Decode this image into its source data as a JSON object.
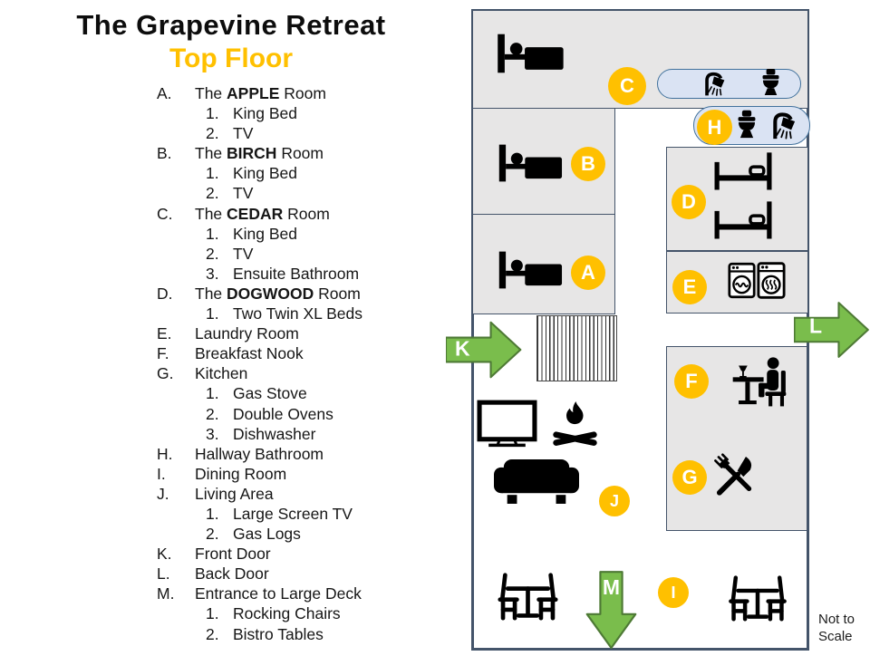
{
  "legend": {
    "title": "The Grapevine Retreat",
    "subtitle": "Top Floor",
    "items": [
      {
        "marker": "A.",
        "pre": "The ",
        "bold": "APPLE",
        "post": " Room",
        "subs": [
          {
            "marker": "1.",
            "text": "King Bed"
          },
          {
            "marker": "2.",
            "text": "TV"
          }
        ]
      },
      {
        "marker": "B.",
        "pre": "The ",
        "bold": "BIRCH",
        "post": " Room",
        "subs": [
          {
            "marker": "1.",
            "text": "King Bed"
          },
          {
            "marker": "2.",
            "text": "TV"
          }
        ]
      },
      {
        "marker": "C.",
        "pre": "The ",
        "bold": "CEDAR",
        "post": " Room",
        "subs": [
          {
            "marker": "1.",
            "text": "King Bed"
          },
          {
            "marker": "2.",
            "text": "TV"
          },
          {
            "marker": "3.",
            "text": "Ensuite Bathroom"
          }
        ]
      },
      {
        "marker": "D.",
        "pre": "The ",
        "bold": "DOGWOOD",
        "post": " Room",
        "subs": [
          {
            "marker": "1.",
            "text": "Two Twin XL Beds"
          }
        ]
      },
      {
        "marker": "E.",
        "pre": "Laundry Room",
        "bold": "",
        "post": "",
        "subs": []
      },
      {
        "marker": "F.",
        "pre": "Breakfast Nook",
        "bold": "",
        "post": "",
        "subs": []
      },
      {
        "marker": "G.",
        "pre": "Kitchen",
        "bold": "",
        "post": "",
        "subs": [
          {
            "marker": "1.",
            "text": "Gas Stove"
          },
          {
            "marker": "2.",
            "text": "Double Ovens"
          },
          {
            "marker": "3.",
            "text": "Dishwasher"
          }
        ]
      },
      {
        "marker": "H.",
        "pre": "Hallway Bathroom",
        "bold": "",
        "post": "",
        "subs": []
      },
      {
        "marker": "I.",
        "pre": "Dining Room",
        "bold": "",
        "post": "",
        "subs": []
      },
      {
        "marker": "J.",
        "pre": "Living Area",
        "bold": "",
        "post": "",
        "subs": [
          {
            "marker": "1.",
            "text": "Large Screen TV"
          },
          {
            "marker": "2.",
            "text": "Gas Logs"
          }
        ]
      },
      {
        "marker": "K.",
        "pre": "Front Door",
        "bold": "",
        "post": "",
        "subs": []
      },
      {
        "marker": "L.",
        "pre": "Back Door",
        "bold": "",
        "post": "",
        "subs": []
      },
      {
        "marker": "M.",
        "pre": "Entrance to Large Deck",
        "bold": "",
        "post": "",
        "subs": [
          {
            "marker": "1.",
            "text": "Rocking Chairs"
          },
          {
            "marker": "2.",
            "text": "Bistro Tables"
          }
        ]
      }
    ]
  },
  "plan": {
    "markers": {
      "A": "A",
      "B": "B",
      "C": "C",
      "D": "D",
      "E": "E",
      "F": "F",
      "G": "G",
      "H": "H",
      "I": "I",
      "J": "J",
      "K": "K",
      "L": "L",
      "M": "M"
    },
    "footnote_line1": "Not to",
    "footnote_line2": "Scale",
    "colors": {
      "marker_bg": "#FFC000",
      "arrow_fill": "#7ABD4C",
      "arrow_border": "#4E7A35",
      "room_fill": "#E7E6E6",
      "wall": "#44546A",
      "bath_fill": "#DAE3F3",
      "bath_border": "#41719C",
      "accent_subtitle": "#FFC000"
    },
    "icons": {
      "bed-icon": "occupied king bed pictogram",
      "twin-bed-icon": "twin bed side view",
      "shower-icon": "shower head with spray",
      "toilet-icon": "toilet",
      "washer-icon": "washing machine",
      "dryer-icon": "clothes dryer",
      "breakfast-seat-icon": "person seated at pedestal table",
      "utensils-icon": "crossed fork and knife",
      "tv-icon": "flat screen television",
      "campfire-icon": "gas log fire",
      "couch-icon": "sofa",
      "dining-set-icon": "table with two chairs",
      "stairs-icon": "staircase treads",
      "door-arrow-icon": "green directional door arrow"
    }
  }
}
